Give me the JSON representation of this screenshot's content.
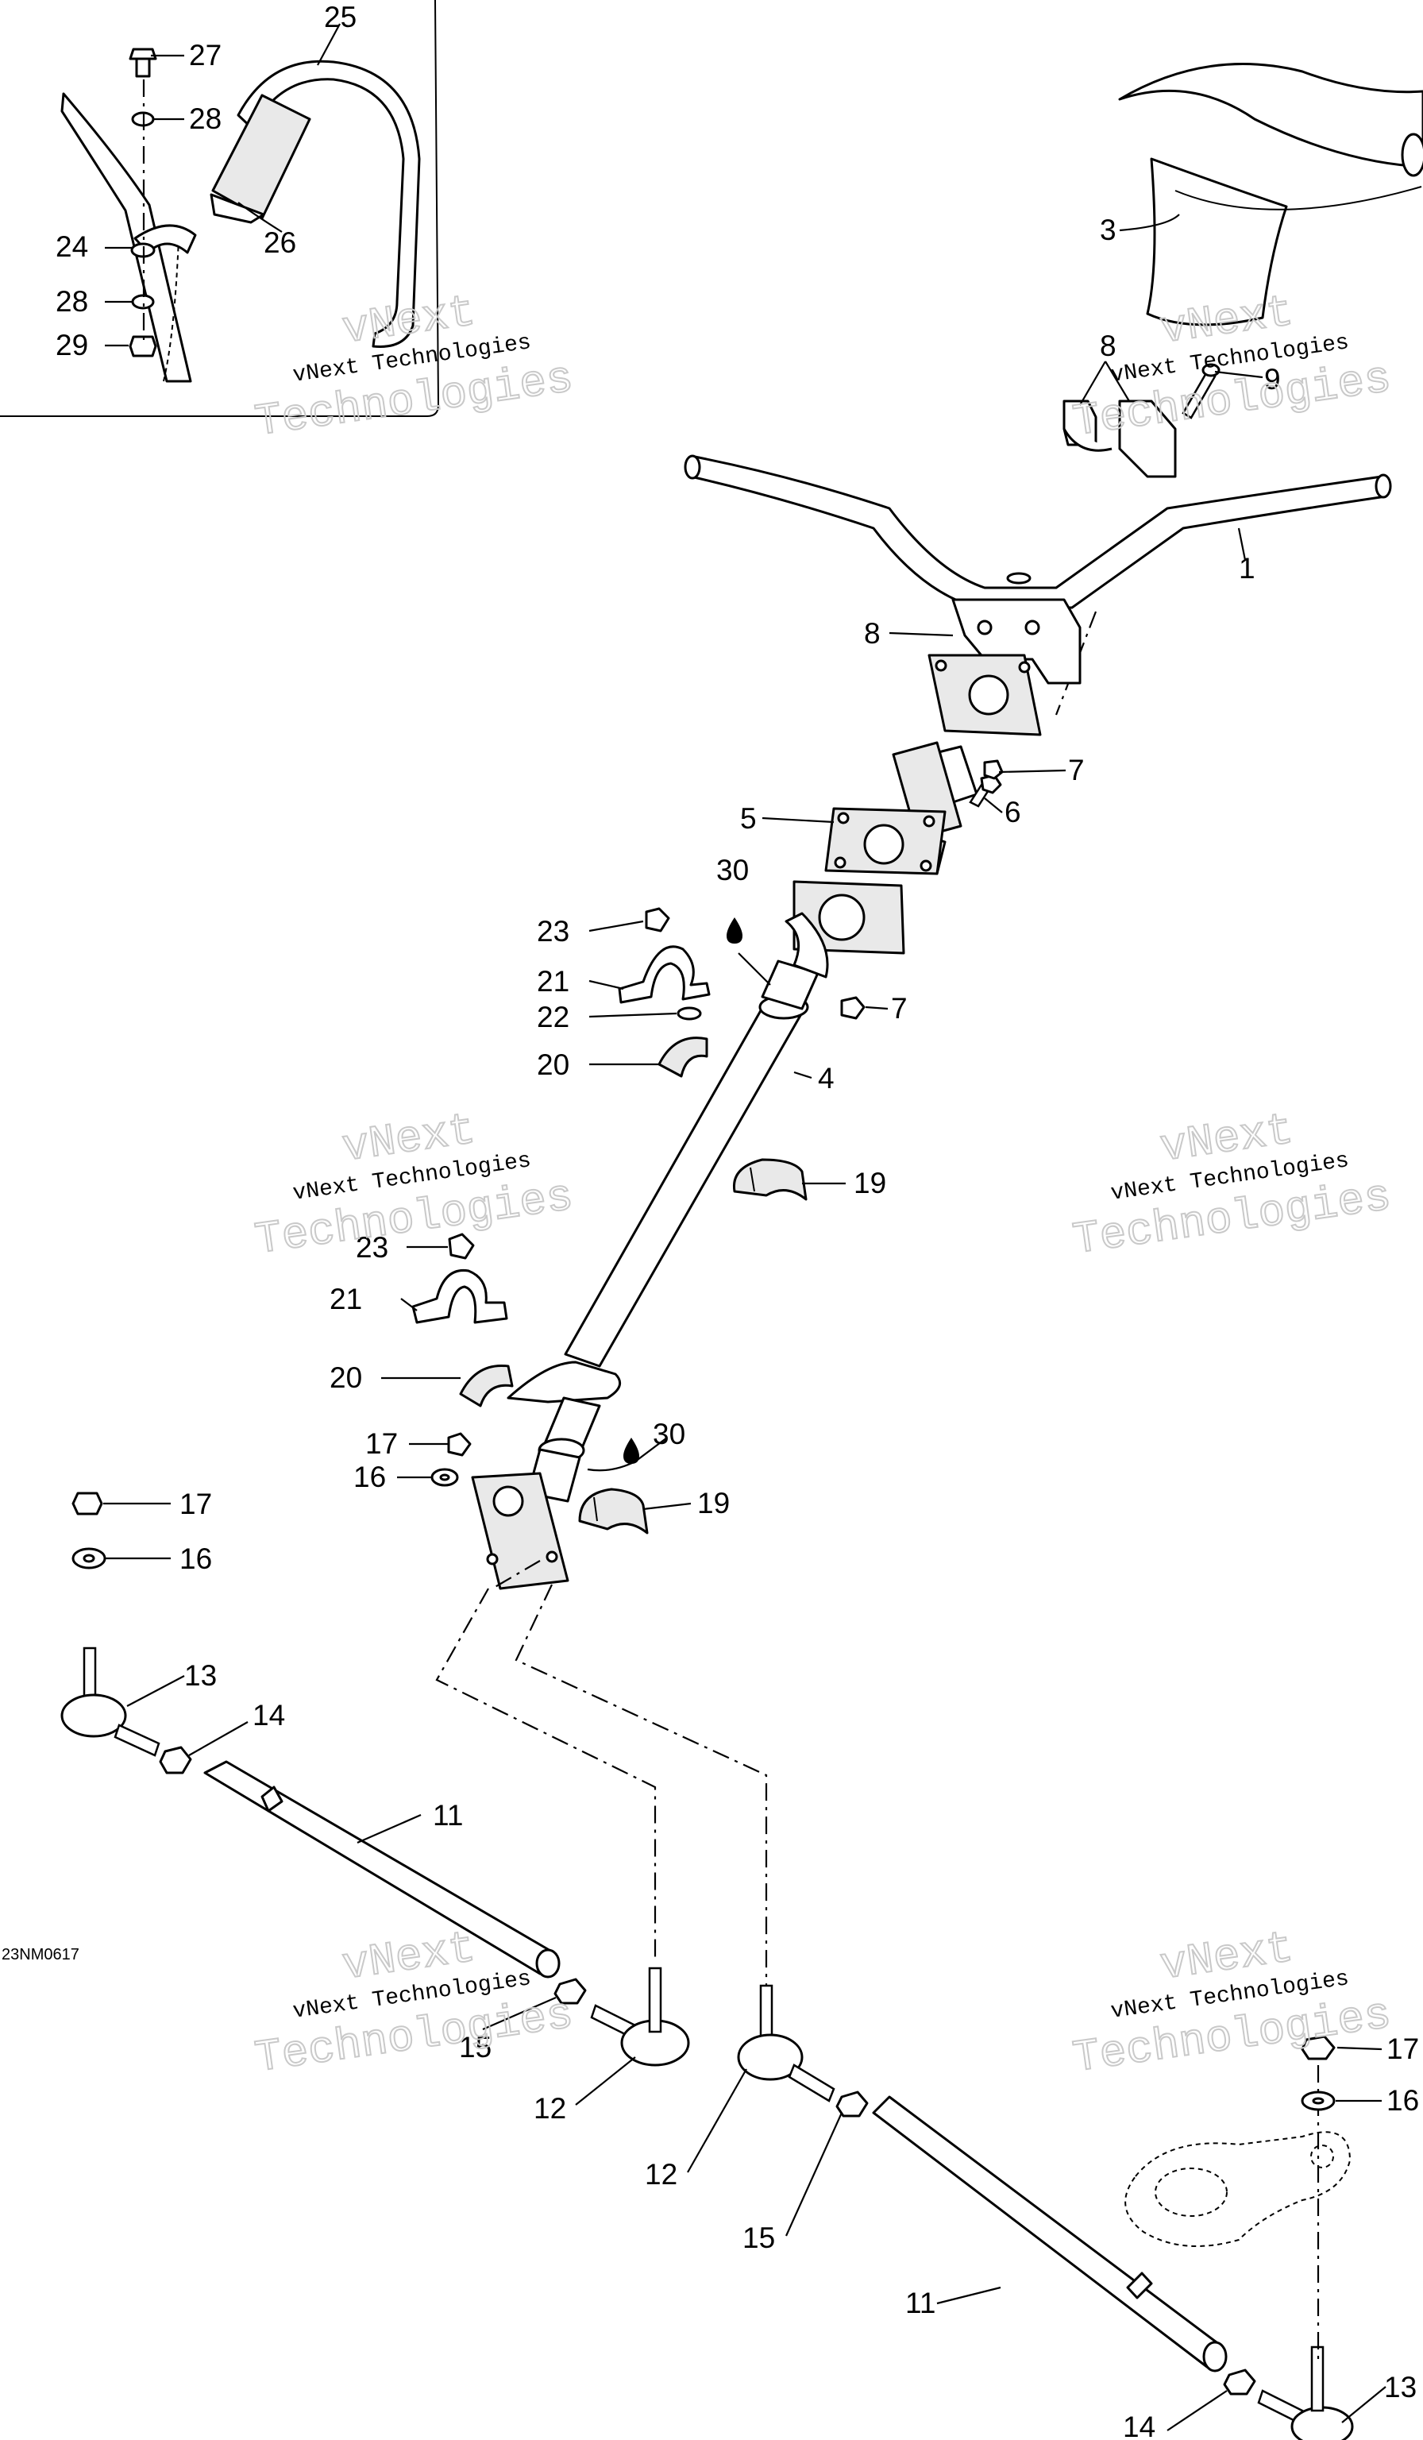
{
  "drawing_code": "23NM0617",
  "watermark": {
    "line1": "vNext Technologies",
    "line2": "vNext",
    "line3": "Technologies"
  },
  "callouts": {
    "c1": "1",
    "c3": "3",
    "c4": "4",
    "c5": "5",
    "c6": "6",
    "c7a": "7",
    "c7b": "7",
    "c8a": "8",
    "c8b": "8",
    "c9": "9",
    "c11a": "11",
    "c11b": "11",
    "c12a": "12",
    "c12b": "12",
    "c13a": "13",
    "c13b": "13",
    "c14a": "14",
    "c14b": "14",
    "c15a": "15",
    "c15b": "15",
    "c16a": "16",
    "c16b": "16",
    "c16c": "16",
    "c17a": "17",
    "c17b": "17",
    "c17c": "17",
    "c19a": "19",
    "c19b": "19",
    "c20a": "20",
    "c20b": "20",
    "c21a": "21",
    "c21b": "21",
    "c22": "22",
    "c23a": "23",
    "c23b": "23",
    "c24": "24",
    "c25": "25",
    "c26": "26",
    "c27": "27",
    "c28a": "28",
    "c28b": "28",
    "c29": "29",
    "c30a": "30",
    "c30b": "30"
  },
  "colors": {
    "line": "#000000",
    "watermark": "#c9c9c9",
    "background": "#ffffff"
  }
}
